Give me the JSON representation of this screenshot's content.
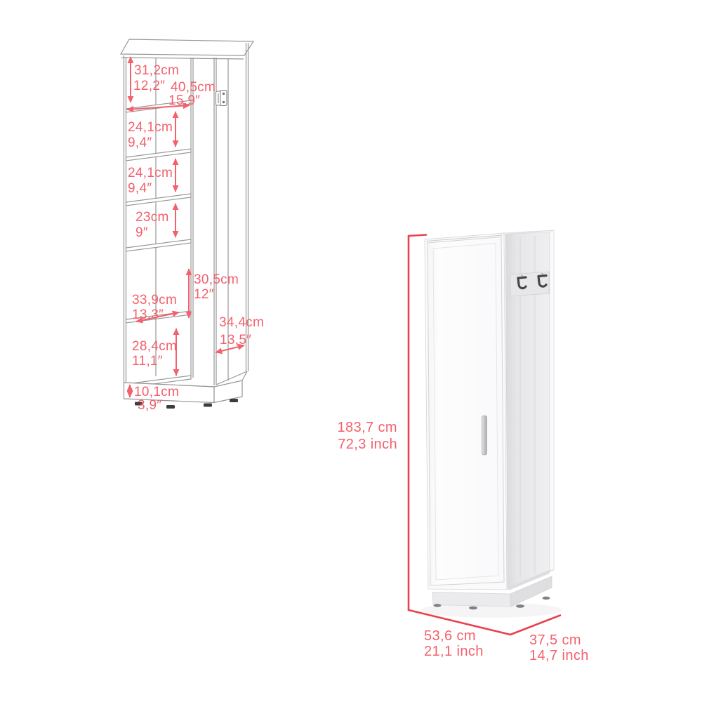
{
  "title": "Tall storage cabinet dimension diagram",
  "colors": {
    "annotation_text": "#f4606c",
    "left_diagram_stroke": "#969696",
    "right_dimension_line": "#e9414c",
    "background": "#ffffff"
  },
  "left_diagram": {
    "description": "line drawing of tall shelving cabinet with interior dimensions",
    "annotations": {
      "top_section": {
        "cm": "31,2cm",
        "inch": "12,2″"
      },
      "inner_width": {
        "cm": "40,5cm",
        "inch": "15,9″"
      },
      "gap1": {
        "cm": "24,1cm",
        "inch": "9,4″"
      },
      "gap2": {
        "cm": "24,1cm",
        "inch": "9,4″"
      },
      "gap3": {
        "cm": "23cm",
        "inch": "9″"
      },
      "tall_section": {
        "cm": "30,5cm",
        "inch": "12″"
      },
      "shelf_depth": {
        "cm": "33,9cm",
        "inch": "13,3″"
      },
      "side_depth": {
        "cm": "34,4cm",
        "inch": "13,5″"
      },
      "bottom_section": {
        "cm": "28,4cm",
        "inch": "11,1″"
      },
      "base_height": {
        "cm": "10,1cm",
        "inch": "3,9″"
      }
    }
  },
  "right_render": {
    "description": "3D render of white single-door cabinet with open hook section",
    "annotations": {
      "height": {
        "cm": "183,7 cm",
        "inch": "72,3 inch"
      },
      "width": {
        "cm": "53,6 cm",
        "inch": "21,1 inch"
      },
      "depth": {
        "cm": "37,5 cm",
        "inch": "14,7 inch"
      }
    }
  }
}
